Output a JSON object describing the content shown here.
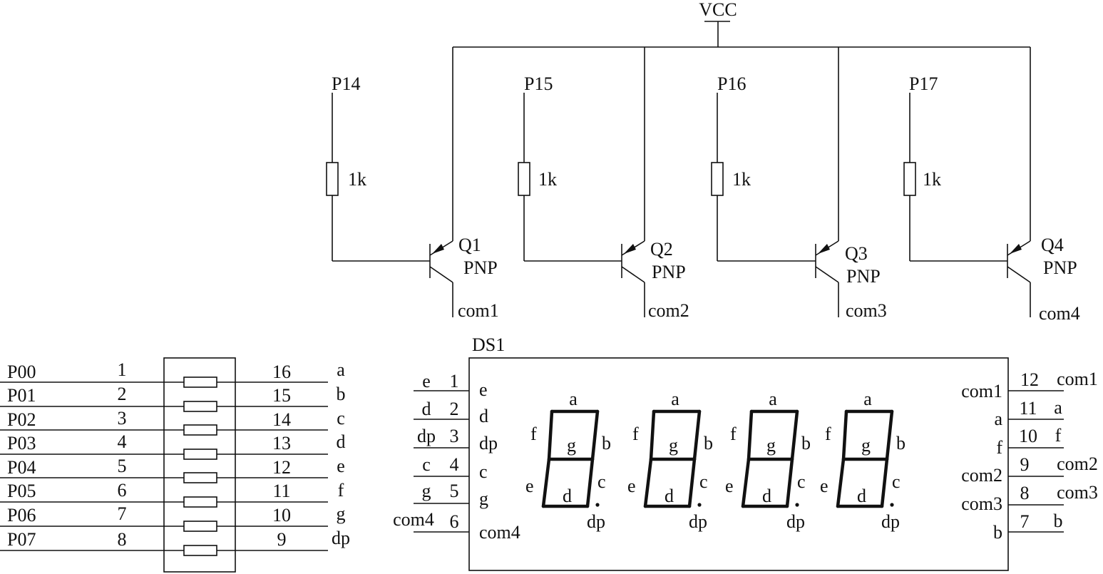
{
  "supply": {
    "label": "VCC"
  },
  "drivers": [
    {
      "port": "P14",
      "resistor": "1k",
      "transistor": "Q1",
      "type": "PNP",
      "common": "com1"
    },
    {
      "port": "P15",
      "resistor": "1k",
      "transistor": "Q2",
      "type": "PNP",
      "common": "com2"
    },
    {
      "port": "P16",
      "resistor": "1k",
      "transistor": "Q3",
      "type": "PNP",
      "common": "com3"
    },
    {
      "port": "P17",
      "resistor": "1k",
      "transistor": "Q4",
      "type": "PNP",
      "common": "com4"
    }
  ],
  "resistor_pack": {
    "rows": [
      {
        "port": "P00",
        "pin_left": "1",
        "pin_right": "16",
        "signal": "a"
      },
      {
        "port": "P01",
        "pin_left": "2",
        "pin_right": "15",
        "signal": "b"
      },
      {
        "port": "P02",
        "pin_left": "3",
        "pin_right": "14",
        "signal": "c"
      },
      {
        "port": "P03",
        "pin_left": "4",
        "pin_right": "13",
        "signal": "d"
      },
      {
        "port": "P04",
        "pin_left": "5",
        "pin_right": "12",
        "signal": "e"
      },
      {
        "port": "P05",
        "pin_left": "6",
        "pin_right": "11",
        "signal": "f"
      },
      {
        "port": "P06",
        "pin_left": "7",
        "pin_right": "10",
        "signal": "g"
      },
      {
        "port": "P07",
        "pin_left": "8",
        "pin_right": "9",
        "signal": "dp"
      }
    ]
  },
  "display": {
    "label": "DS1",
    "left_pins": [
      {
        "net": "e",
        "num": "1",
        "name": "e"
      },
      {
        "net": "d",
        "num": "2",
        "name": "d"
      },
      {
        "net": "dp",
        "num": "3",
        "name": "dp"
      },
      {
        "net": "c",
        "num": "4",
        "name": "c"
      },
      {
        "net": "g",
        "num": "5",
        "name": "g"
      },
      {
        "net": "com4",
        "num": "6",
        "name": "com4"
      }
    ],
    "right_pins": [
      {
        "name": "com1",
        "num": "12",
        "net": "com1"
      },
      {
        "name": "a",
        "num": "11",
        "net": "a"
      },
      {
        "name": "f",
        "num": "10",
        "net": "f"
      },
      {
        "name": "com2",
        "num": "9",
        "net": "com2"
      },
      {
        "name": "com3",
        "num": "8",
        "net": "com3"
      },
      {
        "name": "b",
        "num": "7",
        "net": "b"
      }
    ],
    "segment_labels": {
      "a": "a",
      "b": "b",
      "c": "c",
      "d": "d",
      "e": "e",
      "f": "f",
      "g": "g",
      "dp": "dp"
    },
    "digit_count": 4
  }
}
